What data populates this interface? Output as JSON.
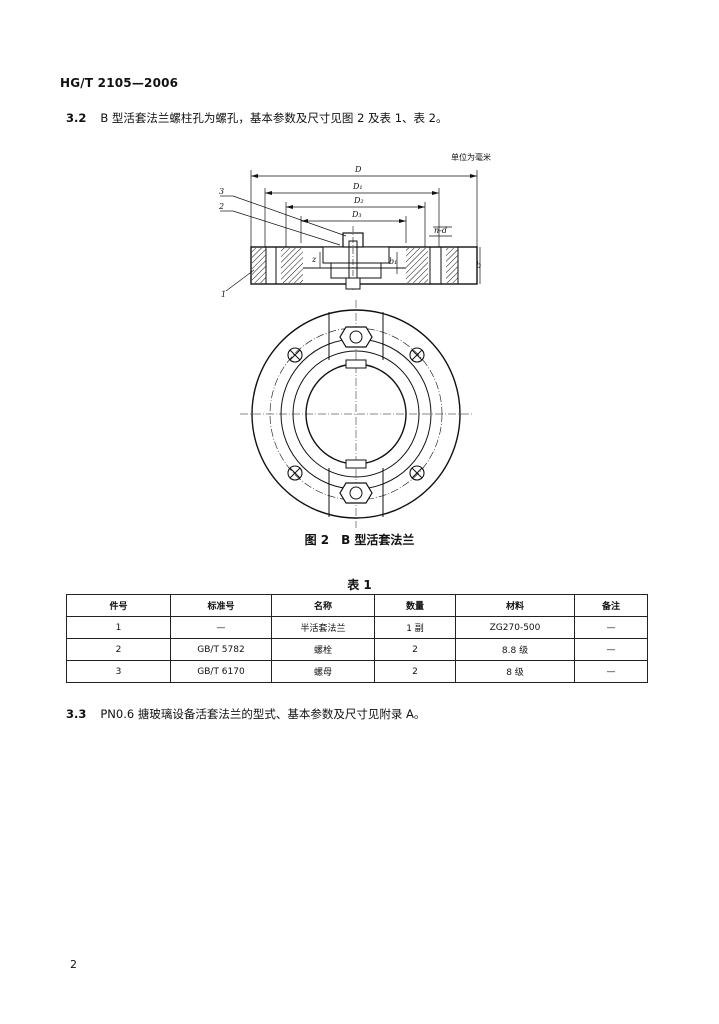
{
  "header": {
    "std_code": "HG/T 2105—2006"
  },
  "section_3_2": {
    "number": "3.2",
    "text": "B 型活套法兰螺柱孔为螺孔，基本参数及尺寸见图 2 及表 1、表 2。"
  },
  "figure": {
    "unit_note": "单位为毫米",
    "caption": "图 2　B 型活套法兰",
    "leaders": [
      "3",
      "2",
      "1"
    ],
    "dims": {
      "D": "D",
      "D1": "D₁",
      "D2": "D₂",
      "D3": "D₃",
      "nd": "n-d",
      "b": "b",
      "b1": "b₁",
      "z": "z"
    }
  },
  "table1": {
    "caption": "表 1",
    "headers": [
      "件号",
      "标准号",
      "名称",
      "数量",
      "材料",
      "备注"
    ],
    "rows": [
      [
        "1",
        "—",
        "半活套法兰",
        "1 副",
        "ZG270-500",
        "—"
      ],
      [
        "2",
        "GB/T 5782",
        "螺栓",
        "2",
        "8.8 级",
        "—"
      ],
      [
        "3",
        "GB/T 6170",
        "螺母",
        "2",
        "8 级",
        "—"
      ]
    ]
  },
  "section_3_3": {
    "number": "3.3",
    "text": "PN0.6 搪玻璃设备活套法兰的型式、基本参数及尺寸见附录 A。"
  },
  "footer": {
    "page_number": "2"
  }
}
